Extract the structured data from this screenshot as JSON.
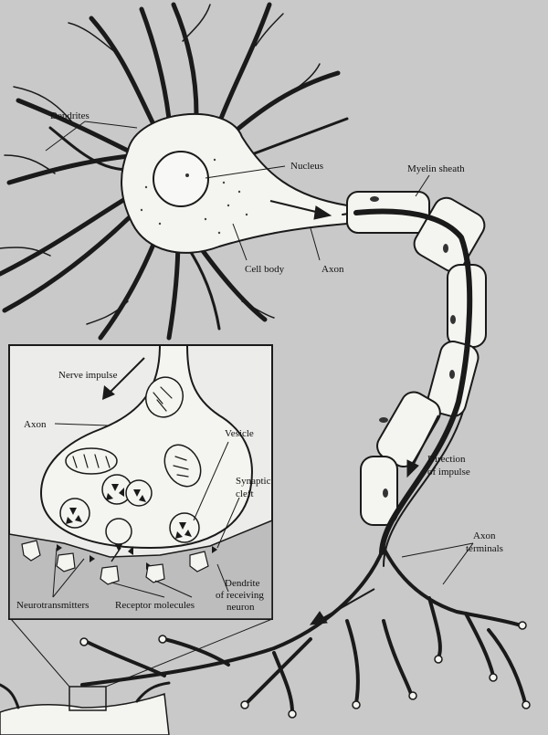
{
  "labels": {
    "dendrites": "Dendrites",
    "nucleus": "Nucleus",
    "myelin_sheath": "Myelin sheath",
    "cell_body": "Cell body",
    "axon": "Axon",
    "direction_1": "Direction",
    "direction_2": "of impulse",
    "axon_terminals_1": "Axon",
    "axon_terminals_2": "terminals"
  },
  "inset": {
    "nerve_impulse": "Nerve impulse",
    "axon": "Axon",
    "vesicle": "Vesicle",
    "synaptic_1": "Synaptic",
    "synaptic_2": "cleft",
    "dendrite_1": "Dendrite",
    "dendrite_2": "of receiving",
    "dendrite_3": "neuron",
    "neurotransmitters": "Neurotransmitters",
    "receptor_molecules": "Receptor molecules"
  },
  "colors": {
    "background": "#c9c9c9",
    "cell": "#f4f4f0",
    "ink": "#1a1a1a",
    "inset_bg": "#ececea"
  }
}
